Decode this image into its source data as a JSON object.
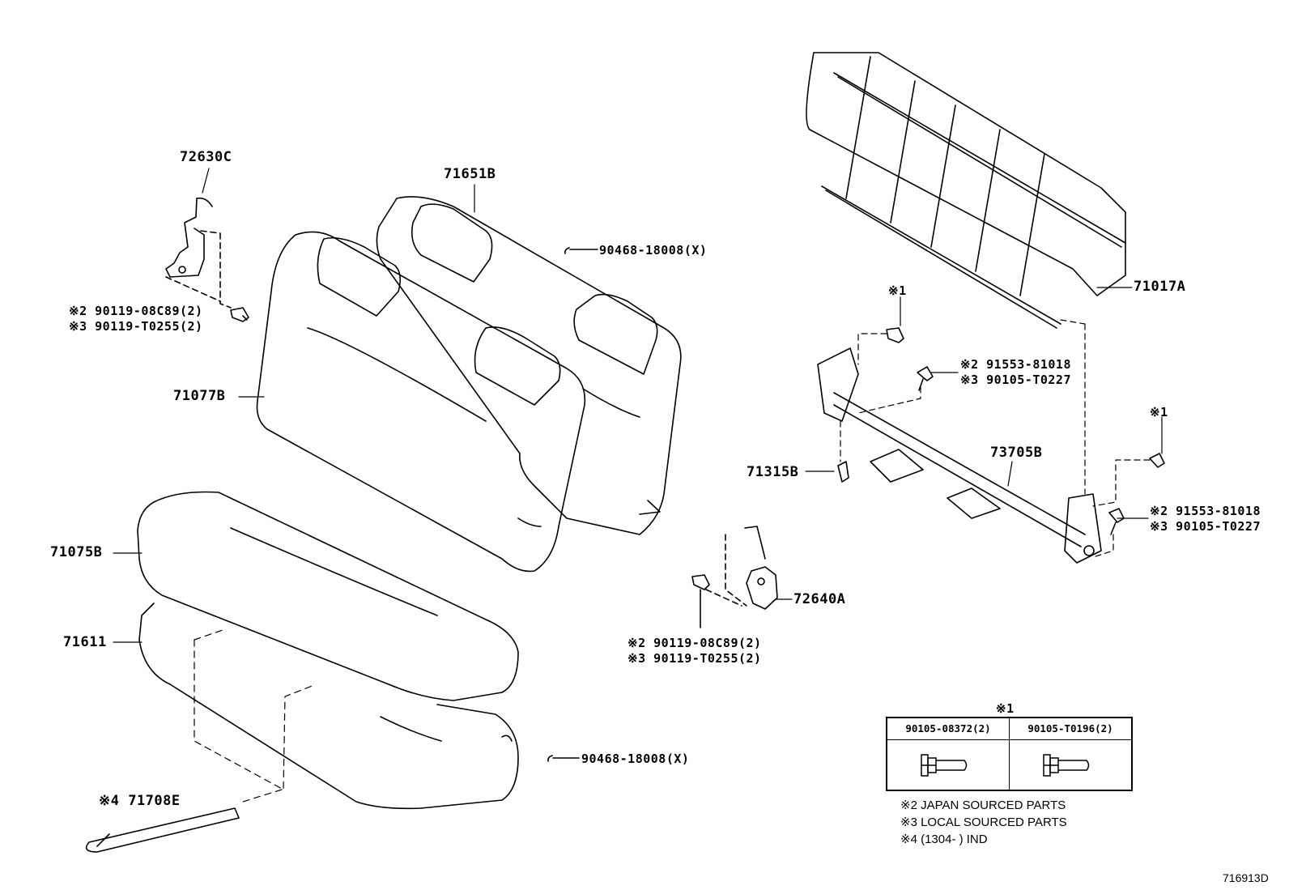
{
  "labels": {
    "p72630C": "72630C",
    "p71651B": "71651B",
    "p90468_top": "90468-18008(X)",
    "p71017A": "71017A",
    "p90119_08C89_left": "※2 90119-08C89(2)",
    "p90119_T0255_left": "※3 90119-T0255(2)",
    "p71077B": "71077B",
    "star1_a": "※1",
    "p91553_a": "※2 91553-81018",
    "p90105_T0227_a": "※3 90105-T0227",
    "star1_b": "※1",
    "p73705B": "73705B",
    "p71315B": "71315B",
    "p91553_b": "※2 91553-81018",
    "p90105_T0227_b": "※3 90105-T0227",
    "p71075B": "71075B",
    "p72640A": "72640A",
    "p71611": "71611",
    "p90119_08C89_mid": "※2 90119-08C89(2)",
    "p90119_T0255_mid": "※3 90119-T0255(2)",
    "p90468_bottom": "90468-18008(X)",
    "p71708E": "※4 71708E",
    "diagram_id": "716913D"
  },
  "table": {
    "title": "※1",
    "col1": "90105-08372(2)",
    "col2": "90105-T0196(2)"
  },
  "notes": {
    "n2": "※2 JAPAN SOURCED PARTS",
    "n3": "※3 LOCAL SOURCED PARTS",
    "n4": "※4 (1304-      ) IND"
  }
}
